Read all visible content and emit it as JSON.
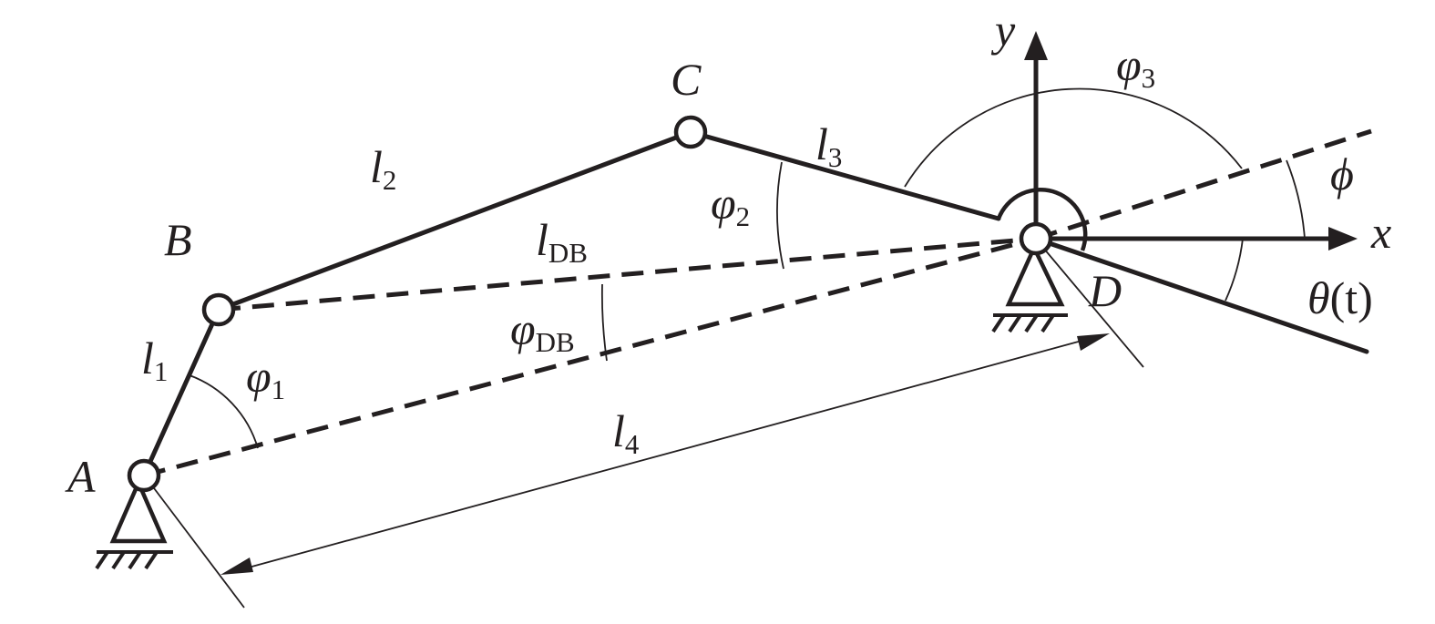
{
  "points": {
    "A": "A",
    "B": "B",
    "C": "C",
    "D": "D"
  },
  "links": {
    "l1_main": "l",
    "l1_sub": "1",
    "l2_main": "l",
    "l2_sub": "2",
    "l3_main": "l",
    "l3_sub": "3",
    "l4_main": "l",
    "l4_sub": "4",
    "lDB_main": "l",
    "lDB_sub": "DB"
  },
  "angles": {
    "phi1_main": "φ",
    "phi1_sub": "1",
    "phi2_main": "φ",
    "phi2_sub": "2",
    "phi3_main": "φ",
    "phi3_sub": "3",
    "phiDB_main": "φ",
    "phiDB_sub": "DB",
    "phi": "ϕ",
    "theta_main": "θ",
    "theta_paren": "(t)"
  },
  "axes": {
    "x": "x",
    "y": "y"
  }
}
